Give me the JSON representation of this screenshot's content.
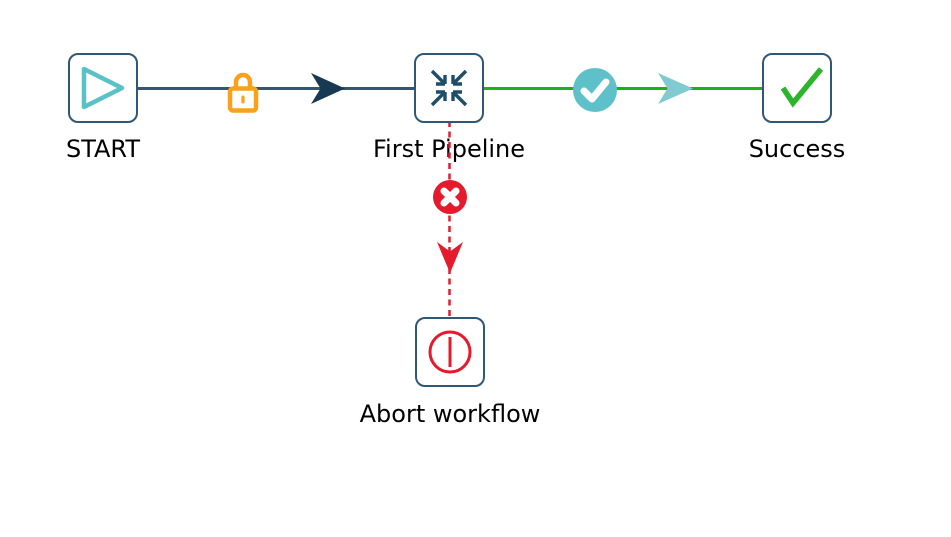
{
  "diagram": {
    "type": "workflow",
    "nodes": [
      {
        "id": "start",
        "label": "START",
        "icon": "play-icon"
      },
      {
        "id": "first-pipeline",
        "label": "First Pipeline",
        "icon": "compress-arrows-icon"
      },
      {
        "id": "success",
        "label": "Success",
        "icon": "check-icon"
      },
      {
        "id": "abort-workflow",
        "label": "Abort workflow",
        "icon": "abort-power-icon"
      }
    ],
    "edges": [
      {
        "from": "START",
        "to": "First Pipeline",
        "style": "solid",
        "color": "#35566e",
        "badge_icon": "lock-icon",
        "badge_color": "#f9a11b",
        "arrow_color": "#173a52"
      },
      {
        "from": "First Pipeline",
        "to": "Success",
        "style": "solid",
        "color": "#1ab11a",
        "badge_icon": "check-circle-icon",
        "badge_color": "#5ec1ca",
        "arrow_color": "#80cbd2"
      },
      {
        "from": "First Pipeline",
        "to": "Abort workflow",
        "style": "dashed",
        "color": "#e51a2c",
        "badge_icon": "x-circle-icon",
        "badge_color": "#e51a2c",
        "arrow_color": "#e51a2c"
      }
    ],
    "colors": {
      "background": "#ffffff",
      "node_border": "#2f5876",
      "node_icon_dark": "#1d4d68",
      "play_teal": "#5ac2c6",
      "success_green": "#2cb52c",
      "edge_green": "#1ab11a",
      "edge_dark": "#35566e",
      "arrow_dark": "#173a52",
      "arrow_teal": "#80cbd2",
      "lock_orange": "#f9a11b",
      "error_red": "#e51a2c",
      "label_text": "#000000"
    }
  }
}
